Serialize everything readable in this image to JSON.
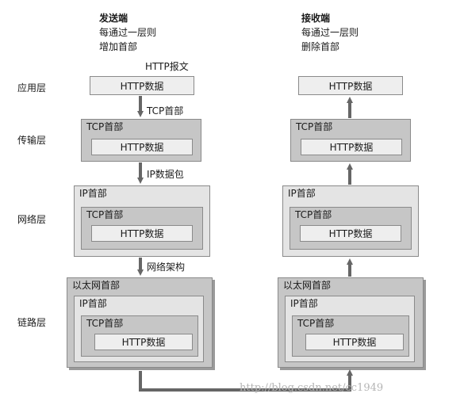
{
  "sender": {
    "title": "发送端",
    "line1": "每通过一层则",
    "line2": "增加首部"
  },
  "receiver": {
    "title": "接收端",
    "line1": "每通过一层则",
    "line2": "删除首部"
  },
  "layers": {
    "application": "应用层",
    "transport": "传输层",
    "network": "网络层",
    "link": "链路层"
  },
  "annotations": {
    "http_message": "HTTP报文",
    "tcp_header": "TCP首部",
    "ip_packet": "IP数据包",
    "network_frame": "网络架构"
  },
  "labels": {
    "http_data": "HTTP数据",
    "tcp_header": "TCP首部",
    "ip_header": "IP首部",
    "ethernet_header": "以太网首部"
  },
  "watermark": "http://blog.csdn.net/cc1949"
}
